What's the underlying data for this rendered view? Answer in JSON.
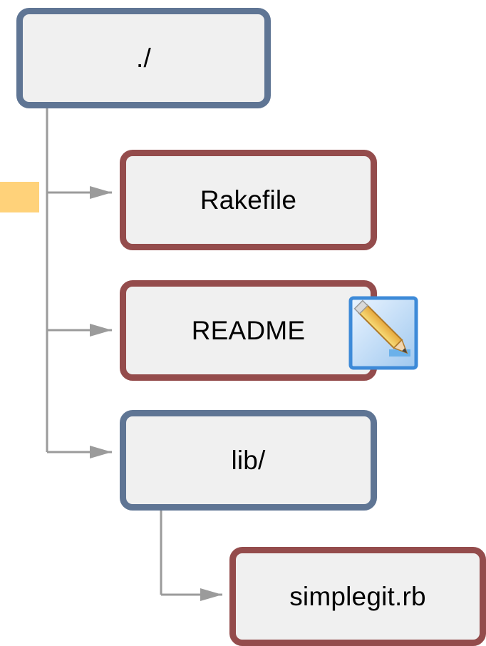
{
  "diagram": {
    "nodes": [
      {
        "id": "root",
        "label": "./",
        "kind": "folder"
      },
      {
        "id": "rakefile",
        "label": "Rakefile",
        "kind": "file"
      },
      {
        "id": "readme",
        "label": "README",
        "kind": "file"
      },
      {
        "id": "lib",
        "label": "lib/",
        "kind": "folder"
      },
      {
        "id": "simplegit",
        "label": "simplegit.rb",
        "kind": "file"
      }
    ],
    "edges": [
      {
        "from": "root",
        "to": "rakefile"
      },
      {
        "from": "root",
        "to": "readme"
      },
      {
        "from": "root",
        "to": "lib"
      },
      {
        "from": "lib",
        "to": "simplegit"
      }
    ],
    "icons": {
      "readme_badge": "edit-document-icon",
      "marker": "highlight-marker"
    },
    "colors": {
      "folder_border": "#5f7594",
      "file_border": "#944c4c",
      "node_fill": "#f0f0f0",
      "connector": "#9b9b9b",
      "marker": "#ffd27a"
    }
  }
}
